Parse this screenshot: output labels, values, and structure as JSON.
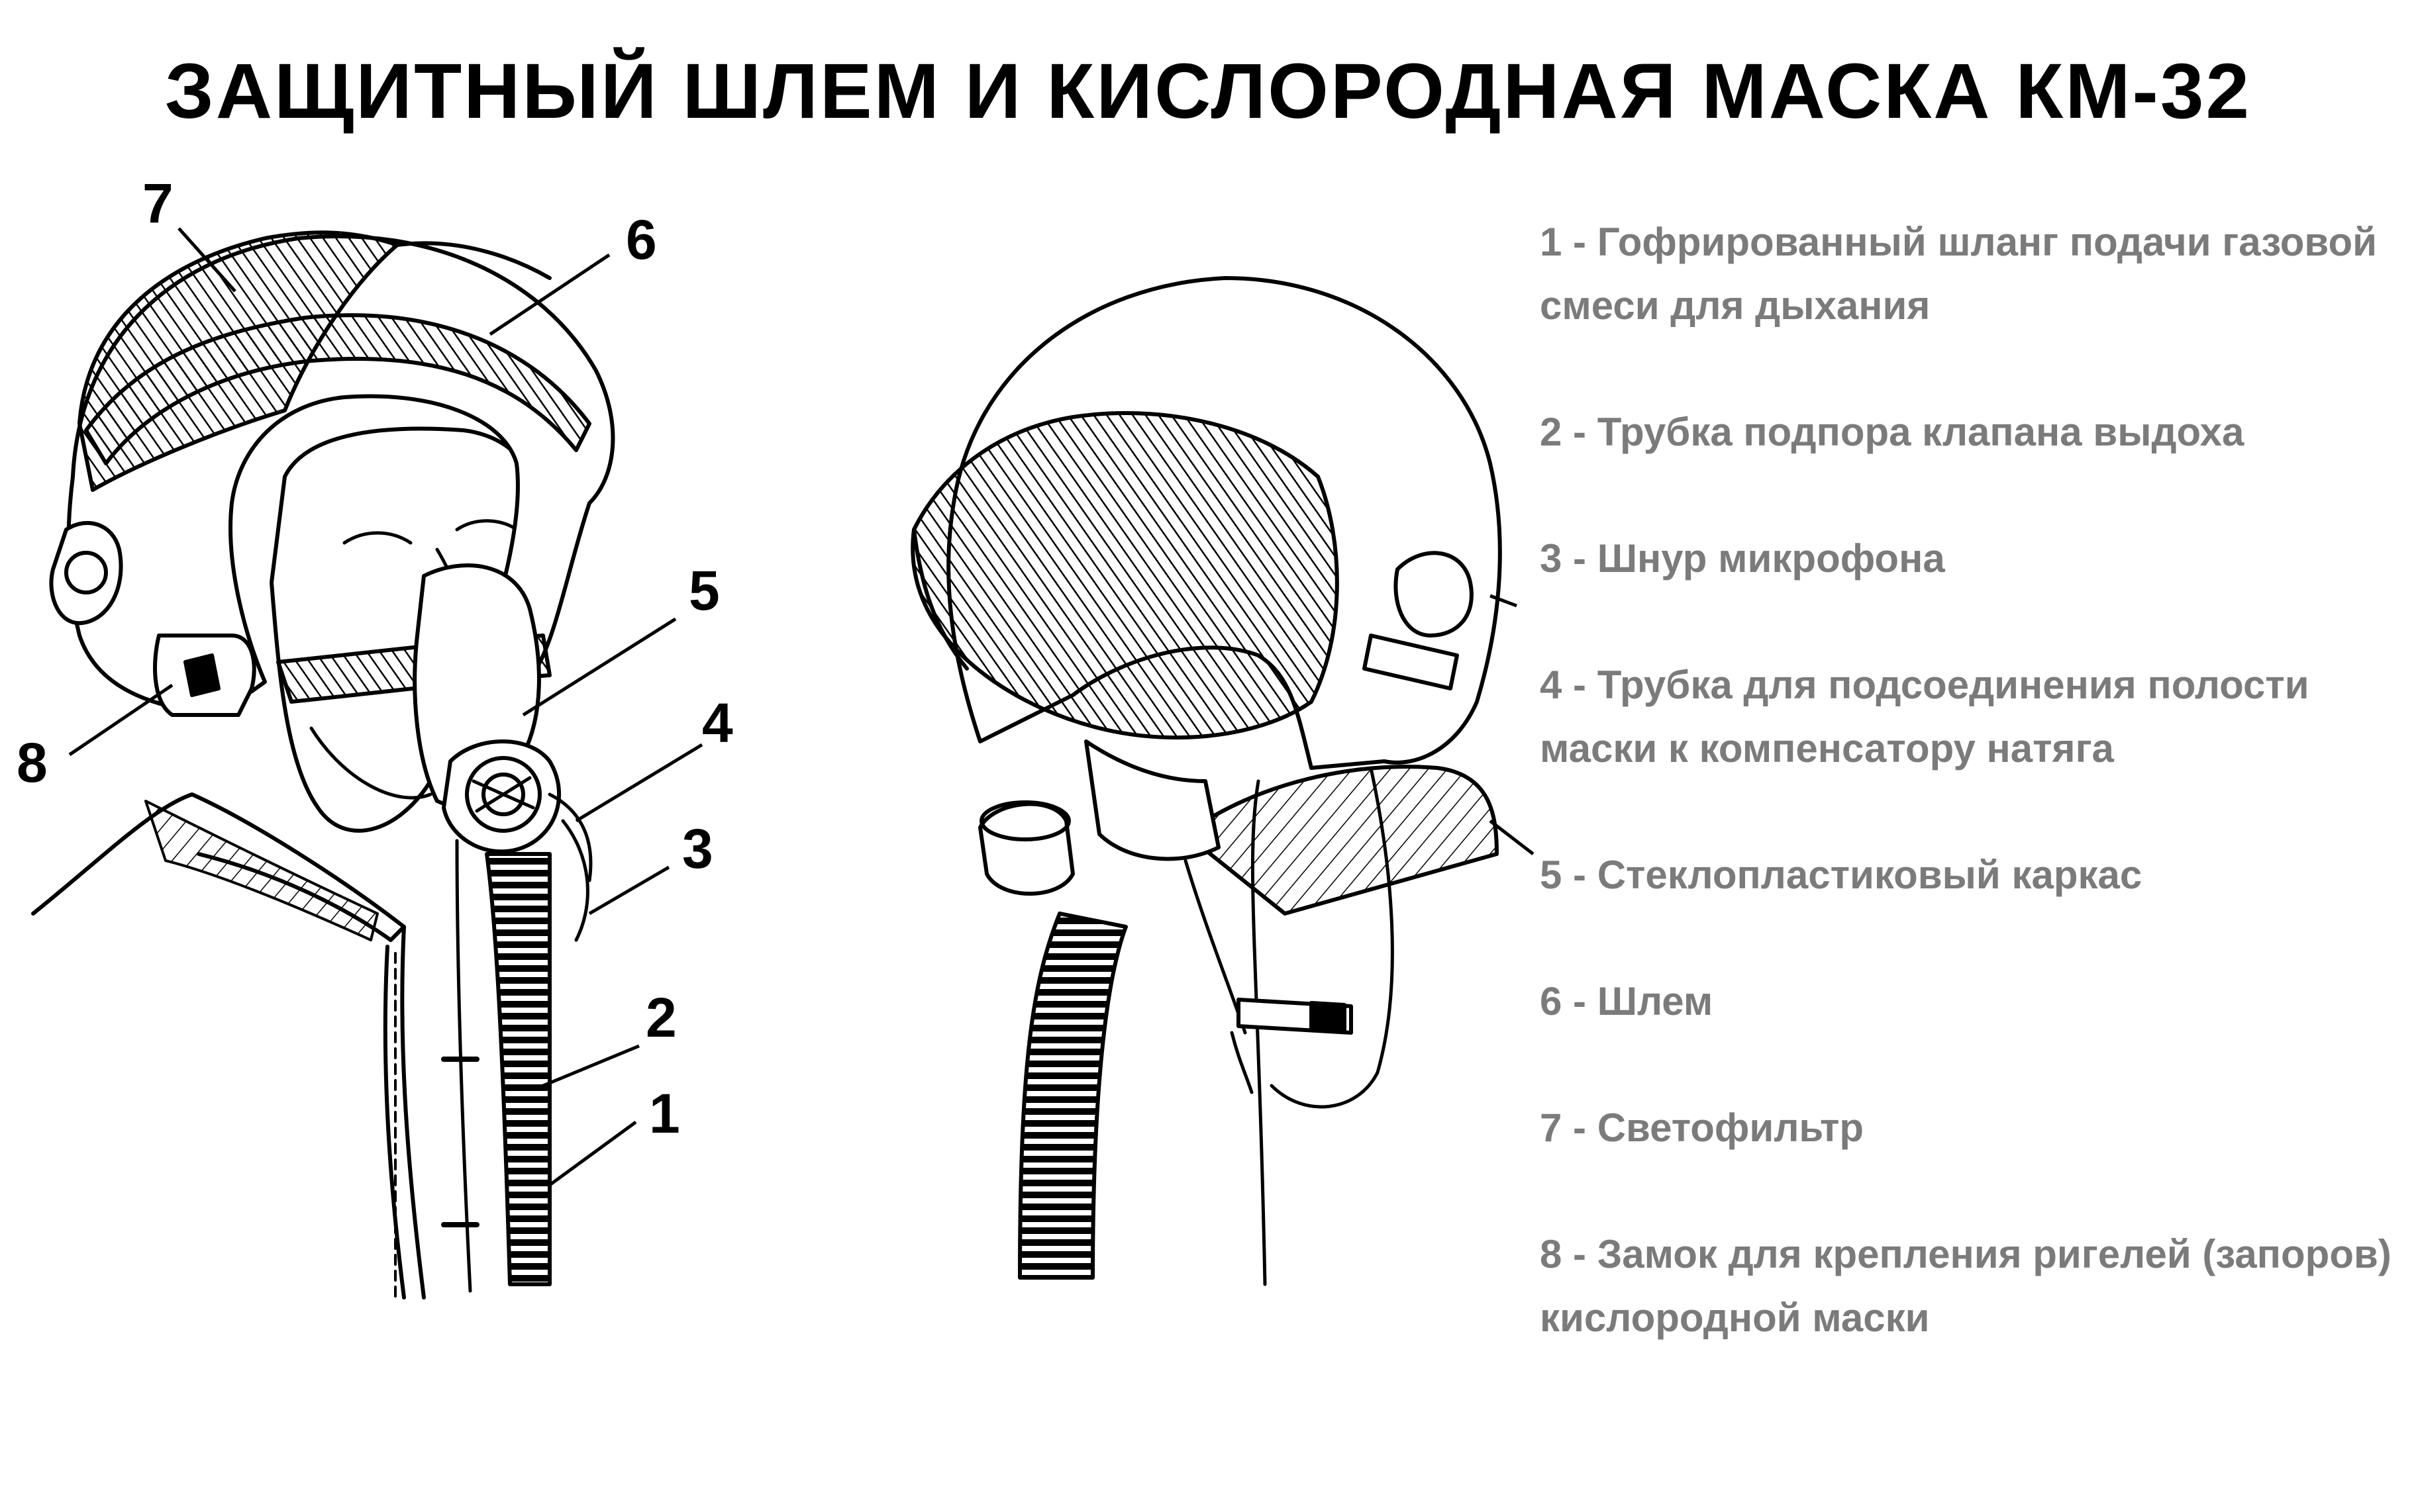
{
  "title": "ЗАЩИТНЫЙ ШЛЕМ И КИСЛОРОДНАЯ МАСКА КМ-32",
  "callouts": [
    "1",
    "2",
    "3",
    "4",
    "5",
    "6",
    "7",
    "8"
  ],
  "legend": [
    "1 - Гофрированный шланг подачи газовой смеси для дыхания",
    "2 - Трубка подпора клапана выдоха",
    "3 - Шнур микрофона",
    "4 - Трубка для подсоединения полости маски к компенсатору натяга",
    "5 - Стеклопластиковый каркас",
    "6 - Шлем",
    "7 - Светофильтр",
    "8 - Замок для крепления ригелей (запоров) кислородной маски"
  ],
  "colors": {
    "legend_text": "#7b7b7b",
    "ink": "#000000"
  }
}
